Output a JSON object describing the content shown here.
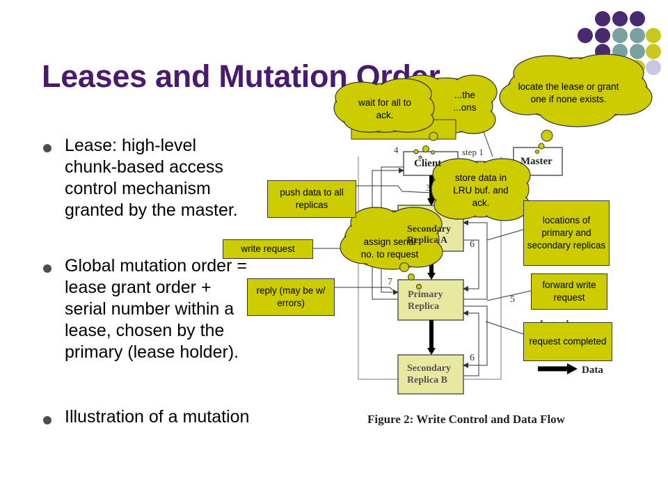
{
  "title": "Leases and Mutation Order",
  "bullets": [
    "Lease: high-level chunk-based access control mechanism granted by the master.",
    "Global mutation order = lease grant order + serial number within a lease, chosen by the primary (lease holder).",
    "Illustration of a mutation"
  ],
  "bullet_lines": [
    [
      "Lease: high-level",
      "chunk-based access",
      "control mechanism",
      "granted by the master."
    ],
    [
      "Global mutation order =",
      "lease grant order +",
      "serial number within a",
      "lease, chosen by the",
      "primary (lease holder)."
    ],
    [
      "Illustration of a mutation"
    ]
  ],
  "figure": {
    "caption": "Figure 2:  Write Control and Data Flow",
    "nodes": {
      "client": "Client",
      "master": "Master",
      "secondary_a": [
        "Secondary",
        "Replica A"
      ],
      "primary": [
        "Primary",
        "Replica"
      ],
      "secondary_b": [
        "Secondary",
        "Replica B"
      ]
    },
    "step_labels": {
      "step1": "step 1",
      "n4": "4",
      "n3": "3",
      "n6a": "6",
      "n7": "7",
      "n5": "5",
      "n6b": "6"
    },
    "legend": {
      "title": "Legend:",
      "data": "Data"
    }
  },
  "callouts": {
    "push_data": "push data to all replicas",
    "write_request": "write request",
    "reply": "reply (may be w/ errors)",
    "locations": "locations of primary and secondary replicas",
    "forward_write": "forward write request",
    "request_completed": "request completed"
  },
  "clouds": {
    "locate_lease": "locate the lease or grant one if none exists.",
    "identify": [
      "...the",
      "...ons"
    ],
    "wait_ack": "wait for all to ack.",
    "store_data": "store data in LRU buf. and ack.",
    "assign_serial": "assign serial no. to request"
  },
  "colors": {
    "title": "#4a1a6e",
    "callout_fill": "#cccc00",
    "replica_fill": "#e8e8a0",
    "dot_purple": "#4a2a6e",
    "dot_teal": "#7aa0a0",
    "dot_lime": "#c8c820",
    "dot_gray": "#c8c8e0"
  }
}
